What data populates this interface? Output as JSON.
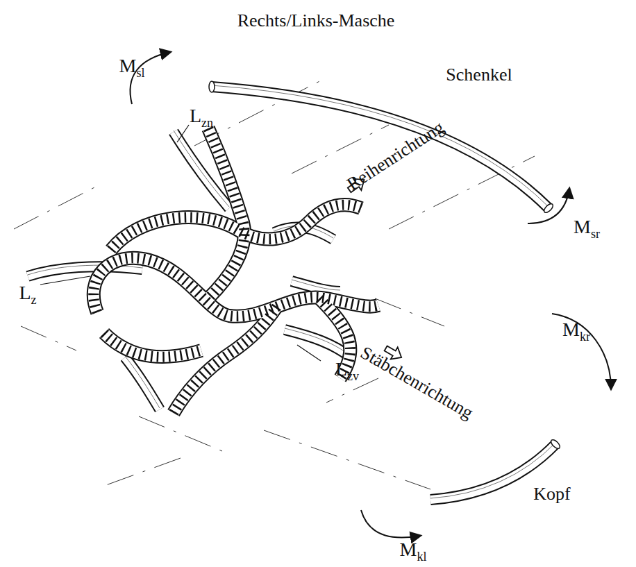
{
  "diagram": {
    "title": "Rechts/Links-Masche",
    "labels": [
      "Msl",
      "Schenkel",
      "Lzn",
      "Reihenrichtung",
      "Msr",
      "Lz",
      "Stäbchenrichtung",
      "Lzv",
      "Mkr",
      "Kopf",
      "Mkl"
    ]
  }
}
